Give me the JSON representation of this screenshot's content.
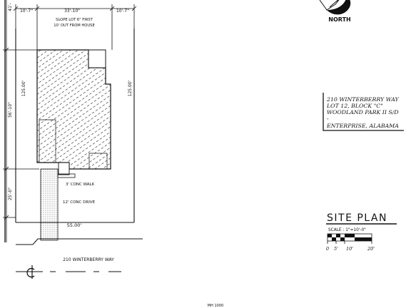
{
  "drawing": {
    "side_setback_left": "10'-7\"",
    "house_width_dim": "33'-10\"",
    "side_setback_right": "10'-7\"",
    "front_note_line1": "SLOPE LOT 6\" FIRST",
    "front_note_line2": "10' OUT FROM HOUSE",
    "lot_depth_left": "125.00'",
    "lot_depth_right": "125.00'",
    "house_depth_dim": "56'-10\"",
    "setback_dim": "25'-0\"",
    "top_dim_partial": "41'-",
    "walk_label": "3' CONC WALK",
    "drive_label": "12' CONC DRIVE",
    "frontage_dim": "55.00'",
    "street_name": "210 WINTERBERRY WAY",
    "north_label": "NORTH",
    "bottom_note": "MH  1000"
  },
  "title_block": {
    "line1": "210 WINTERBERRY WAY",
    "line2": "LOT 12, BLOCK \"C\"",
    "line3": "WOODLAND PARK II S/D",
    "dash": "-",
    "line4": "ENTERPRISE, ALABAMA"
  },
  "sheet": {
    "title": "SITE PLAN",
    "scale_label": "SCALE : 1\"=10'-0\"",
    "scale_ticks": [
      "0",
      "5'",
      "10'",
      "20'"
    ]
  },
  "colors": {
    "ink": "#111111",
    "paper": "#ffffff",
    "fill_gray": "#d8d8d8"
  }
}
